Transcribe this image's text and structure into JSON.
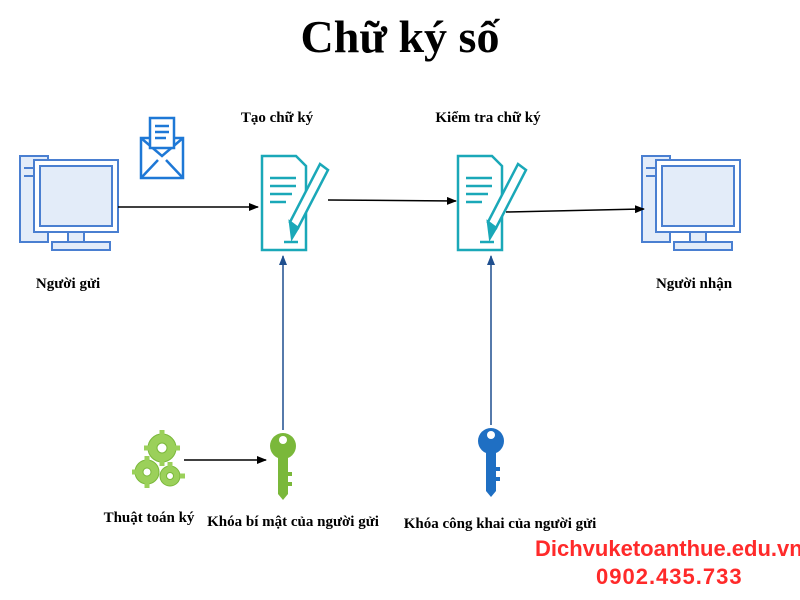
{
  "title": "Chữ ký số",
  "labels": {
    "sender": "Người gửi",
    "create_signature": "Tạo chữ ký",
    "verify_signature": "Kiểm tra chữ ký",
    "receiver": "Người nhận",
    "algorithm": "Thuật toán ký",
    "private_key": "Khóa bí mật của người gửi",
    "public_key": "Khóa công khai của người gửi"
  },
  "watermark": {
    "site": "Dichvuketoanthue.edu.vn",
    "phone": "0902.435.733"
  },
  "colors": {
    "computer": "#4a7fd1",
    "computer_fill": "#e3ecf9",
    "document": "#1aa8b8",
    "envelope": "#1e78d6",
    "private_key": "#7ab83a",
    "public_key": "#1f6fc3",
    "gears": "#9bd05a",
    "arrow_black": "#000000",
    "arrow_blue": "#1f4f8f",
    "watermark": "#ff2a2a"
  }
}
